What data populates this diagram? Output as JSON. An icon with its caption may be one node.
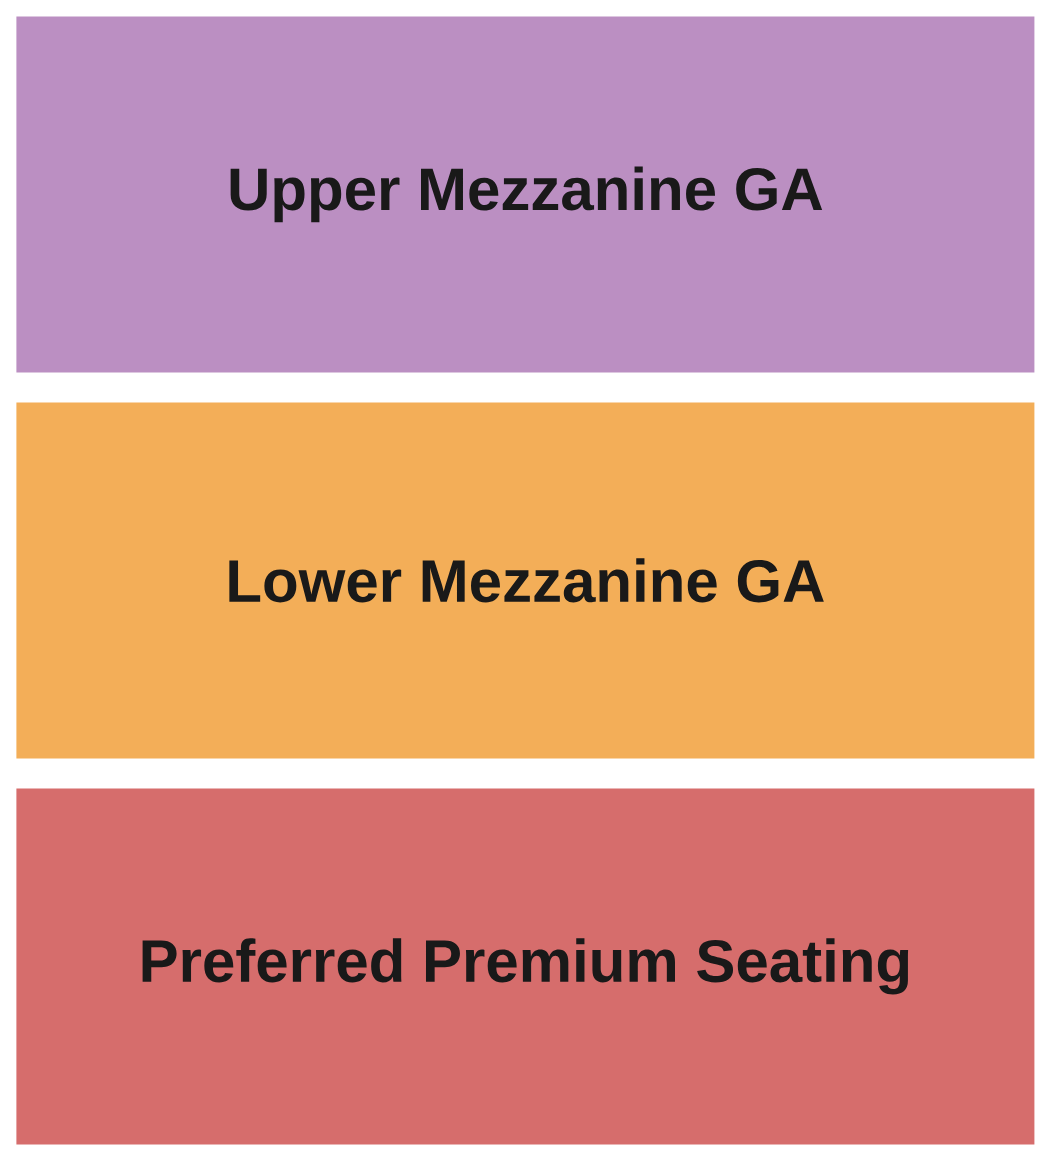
{
  "diagram": {
    "nodes": [
      {
        "text": [
          "Upper Mezzanine GA"
        ]
      },
      {
        "text": [
          "Lower Mezzanine GA"
        ]
      },
      {
        "text": [
          "Preferred Premium Seating"
        ]
      }
    ]
  }
}
